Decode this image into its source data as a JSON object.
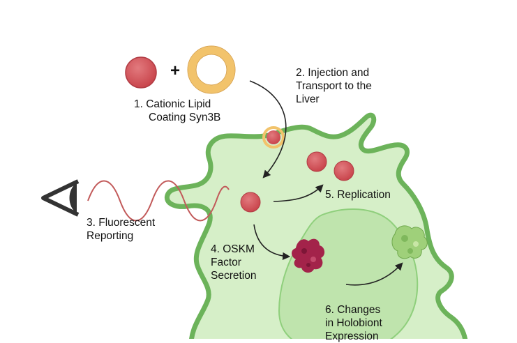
{
  "step1": {
    "line1": "1.  Cationic Lipid",
    "line2": "Coating Syn3B"
  },
  "plus_sign": "+",
  "step2": {
    "line1": "2. Injection and",
    "line2": "Transport to the",
    "line3": "Liver"
  },
  "step3": {
    "line1": "3. Fluorescent",
    "line2": "Reporting"
  },
  "step4": {
    "line1": "4. OSKM",
    "line2": "Factor",
    "line3": "Secretion"
  },
  "step5": {
    "line1": "5. Replication"
  },
  "step6": {
    "line1": "6. Changes",
    "line2": "in Holobiont",
    "line3": "Expression"
  },
  "colors": {
    "cell_fill": "#d6efc8",
    "cell_stroke": "#6cb35a",
    "nucleus_fill": "#bfe4ad",
    "nucleus_stroke": "#8fcf7c",
    "bacterium": "#d05258",
    "lipid_ring": "#f2c36b",
    "oskm_protein": "#a3234a",
    "holobiont_protein": "#9fd07a",
    "wave": "#c25a5a",
    "arrow": "#222222"
  }
}
